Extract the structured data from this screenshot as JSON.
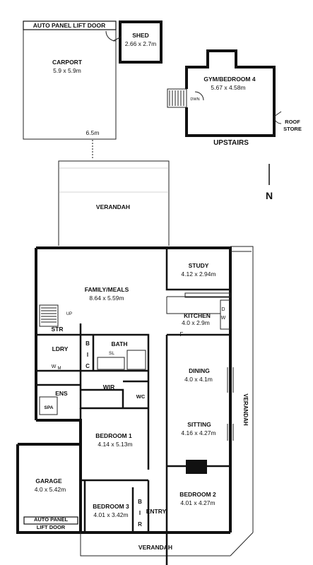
{
  "rooms": {
    "auto_panel_top": "AUTO PANEL LIFT DOOR",
    "shed": {
      "name": "SHED",
      "dims": "2.66 x 2.7m"
    },
    "carport": {
      "name": "CARPORT",
      "dims": "5.9 x 5.9m"
    },
    "gym": {
      "name": "GYM/BEDROOM 4",
      "dims": "5.67 x 4.58m"
    },
    "dwn": "DWN",
    "roof_store_1": "ROOF",
    "roof_store_2": "STORE",
    "upstairs": "UPSTAIRS",
    "gap": "6.5m",
    "north": "N",
    "verandah_top": "VERANDAH",
    "study": {
      "name": "STUDY",
      "dims": "4.12 x 2.94m"
    },
    "family": {
      "name": "FAMILY/MEALS",
      "dims": "8.64 x 5.59m"
    },
    "up": "UP",
    "kitchen": {
      "name": "KITCHEN",
      "dims": "4.0 x 2.9m"
    },
    "dw_d": "D",
    "dw_w": "W",
    "fridge": "F",
    "str": "STR",
    "ldry": "LDRY",
    "w": "W",
    "m": "M",
    "bic1_b": "B",
    "bic1_i": "I",
    "bic1_c": "C",
    "bath": "BATH",
    "sl": "SL",
    "wir": "WIR",
    "ens": "ENS",
    "spa": "SPA",
    "wc": "WC",
    "dining": {
      "name": "DINING",
      "dims": "4.0 x 4.1m"
    },
    "verandah_side": "VERANDAH",
    "sitting": {
      "name": "SITTING",
      "dims": "4.16 x 4.27m"
    },
    "bedroom1": {
      "name": "BEDROOM 1",
      "dims": "4.14 x 5.13m"
    },
    "garage": {
      "name": "GARAGE",
      "dims": "4.0 x 5.42m"
    },
    "auto_panel_1": "AUTO PANEL",
    "auto_panel_2": "LIFT DOOR",
    "bedroom3": {
      "name": "BEDROOM 3",
      "dims": "4.01 x 3.42m"
    },
    "bic3_b": "B",
    "bic3_i": "I",
    "bic3_r": "R",
    "entry": "ENTRY",
    "bedroom2": {
      "name": "BEDROOM 2",
      "dims": "4.01 x 4.27m"
    },
    "verandah_bottom": "VERANDAH"
  }
}
